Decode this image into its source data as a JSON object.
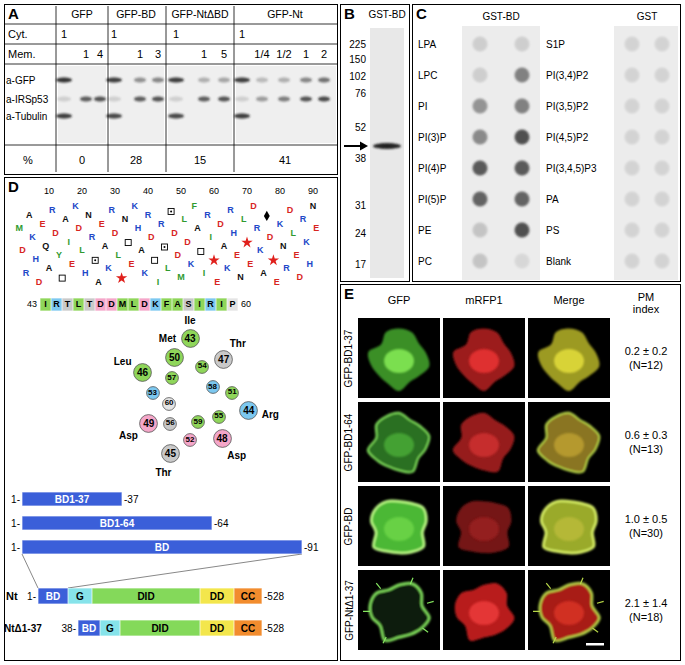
{
  "diagram": {
    "nodes": [
      {
        "text": [
          "A"
        ]
      },
      {
        "text": [
          "B"
        ]
      },
      {
        "text": [
          "C"
        ]
      },
      {
        "text": [
          "D"
        ]
      },
      {
        "text": [
          "I"
        ],
        "in": 3
      },
      {
        "text": [
          "R"
        ],
        "in": 3
      },
      {
        "text": [
          "T"
        ],
        "in": 3
      },
      {
        "text": [
          "L"
        ],
        "in": 3
      },
      {
        "text": [
          "T"
        ],
        "in": 3
      },
      {
        "text": [
          "D"
        ],
        "in": 3
      },
      {
        "text": [
          "D"
        ],
        "in": 3
      },
      {
        "text": [
          "M"
        ],
        "in": 3
      },
      {
        "text": [
          "L"
        ],
        "in": 3
      },
      {
        "text": [
          "D"
        ],
        "in": 3
      },
      {
        "text": [
          "K"
        ],
        "in": 3
      },
      {
        "text": [
          "F"
        ],
        "in": 3
      },
      {
        "text": [
          "A"
        ],
        "in": 3
      },
      {
        "text": [
          "S"
        ],
        "in": 3
      },
      {
        "text": [
          "I"
        ],
        "in": 3
      },
      {
        "text": [
          "R"
        ],
        "in": 3
      },
      {
        "text": [
          "I"
        ],
        "in": 3
      },
      {
        "text": [
          "P"
        ],
        "in": 3
      },
      {
        "text": [
          "43"
        ],
        "in": 3
      },
      {
        "text": [
          "44"
        ],
        "in": 3
      },
      {
        "text": [
          "45"
        ],
        "in": 3
      },
      {
        "text": [
          "46"
        ],
        "in": 3
      },
      {
        "text": [
          "47"
        ],
        "in": 3
      },
      {
        "text": [
          "48"
        ],
        "in": 3
      },
      {
        "text": [
          "49"
        ],
        "in": 3
      },
      {
        "text": [
          "50"
        ],
        "in": 3
      },
      {
        "text": [
          "51"
        ],
        "in": 3
      },
      {
        "text": [
          "52"
        ],
        "in": 3
      },
      {
        "text": [
          "53"
        ],
        "in": 3
      },
      {
        "text": [
          "54"
        ],
        "in": 3
      },
      {
        "text": [
          "55"
        ],
        "in": 3
      },
      {
        "text": [
          "56"
        ],
        "in": 3
      },
      {
        "text": [
          "57"
        ],
        "in": 3
      },
      {
        "text": [
          "58"
        ],
        "in": 3
      },
      {
        "text": [
          "59"
        ],
        "in": 3
      },
      {
        "text": [
          "60"
        ],
        "in": 3
      },
      {
        "text": [
          "BD1-37"
        ],
        "in": 3
      },
      {
        "text": [
          "BD1-64"
        ],
        "in": 3
      },
      {
        "text": [
          "BD"
        ],
        "in": 3
      },
      {
        "text": [
          "BD"
        ],
        "in": 3
      },
      {
        "text": [
          "G"
        ],
        "in": 3
      },
      {
        "text": [
          "DID"
        ],
        "in": 3
      },
      {
        "text": [
          "DD"
        ],
        "in": 3
      },
      {
        "text": [
          "CC"
        ],
        "in": 3
      },
      {
        "text": [
          "BD"
        ],
        "in": 3
      },
      {
        "text": [
          "G"
        ],
        "in": 3
      },
      {
        "text": [
          "DID"
        ],
        "in": 3
      },
      {
        "text": [
          "DD"
        ],
        "in": 3
      },
      {
        "text": [
          "CC"
        ],
        "in": 3
      },
      {
        "text": [
          "E"
        ]
      }
    ],
    "labels": [
      "GFP",
      "GFP-BD",
      "GFP-NtΔBD",
      "GFP-Nt",
      "Cyt.",
      "1",
      "1",
      "1",
      "1",
      "Mem.",
      "1",
      "4",
      "1",
      "3",
      "1",
      "5",
      "1/4",
      "1/2",
      "1",
      "2",
      "a-GFP",
      "a-IRSp53",
      "a-Tubulin",
      "%",
      "0",
      "28",
      "15",
      "41",
      "GST-BD",
      "225",
      "150",
      "102",
      "76",
      "52",
      "38",
      "31",
      "24",
      "17",
      "GST-BD",
      "GST",
      "LPA",
      "LPC",
      "PI",
      "PI(3)P",
      "PI(4)P",
      "PI(5)P",
      "PE",
      "PC",
      "S1P",
      "PI(3,4)P2",
      "PI(3,5)P2",
      "PI(4,5)P2",
      "PI(3,4,5)P3",
      "PA",
      "PS",
      "Blank",
      "10",
      "20",
      "30",
      "40",
      "50",
      "60",
      "70",
      "80",
      "90",
      "M",
      "D",
      "R",
      "A",
      "K",
      "H",
      "D",
      "E",
      "Q",
      "A",
      "R",
      "D",
      "Y",
      "A",
      "I",
      "E",
      "K",
      "D",
      "L",
      "H",
      "N",
      "R",
      "A",
      "E",
      "A",
      "K",
      "R",
      "D",
      "L",
      "N",
      "E",
      "K",
      "H",
      "A",
      "K",
      "R",
      "D",
      "I",
      "R",
      "L",
      "D",
      "D",
      "M",
      "L",
      "D",
      "K",
      "F",
      "A",
      "I",
      "R",
      "I",
      "E",
      "D",
      "A",
      "K",
      "R",
      "H",
      "E",
      "N",
      "L",
      "E",
      "D",
      "R",
      "K",
      "A",
      "D",
      "E",
      "K",
      "N",
      "R",
      "D",
      "L",
      "E",
      "D",
      "R",
      "K",
      "H",
      "N",
      "E",
      "43",
      "60",
      "Ile",
      "Arg",
      "Thr",
      "Leu",
      "Thr",
      "Asp",
      "Asp",
      "Met",
      "1-",
      "-37",
      "1-",
      "-64",
      "1-",
      "-91",
      "Nt",
      "1-",
      "-528",
      "NtΔ1-37",
      "38-",
      "-528",
      "GFP",
      "mRFP1",
      "Merge",
      "PM index",
      "GFP-BD1-37",
      "0.2 ± 0.2",
      "(N=12)",
      "GFP-BD1-64",
      "0.6 ± 0.3",
      "(N=13)",
      "GFP-BD",
      "1.0 ± 0.5",
      "(N=30)",
      "GFP-NtΔ1-37",
      "2.1 ± 1.4",
      "(N=18)"
    ]
  }
}
